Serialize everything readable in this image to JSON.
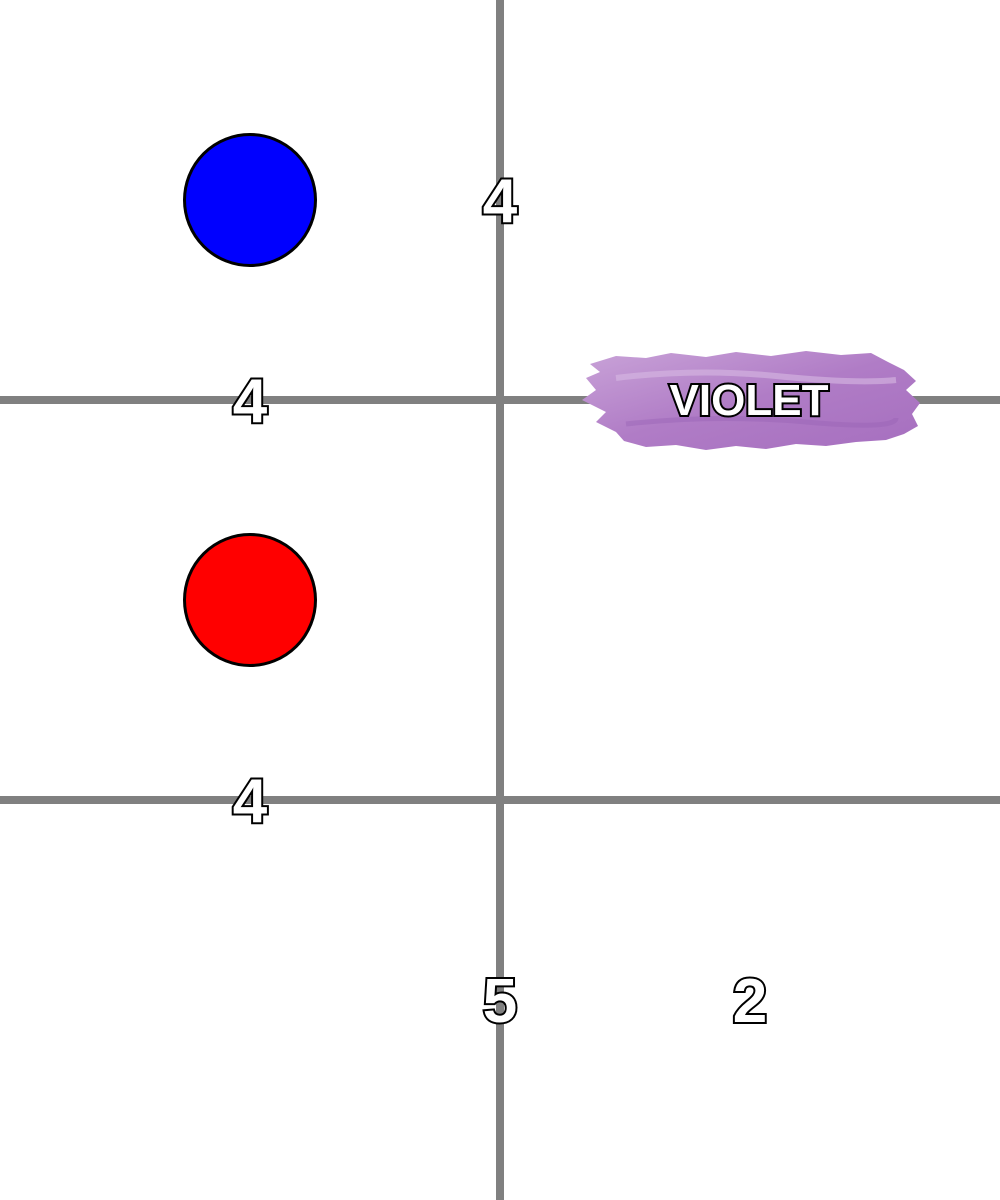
{
  "colors": {
    "grid": "#808080",
    "token_stroke": "#000000",
    "number_fill": "#ffffff",
    "number_stroke": "#000000"
  },
  "tokens": [
    {
      "color_name": "blue",
      "color": "#0000ff"
    },
    {
      "color_name": "red",
      "color": "#ff0000"
    }
  ],
  "numbers": [
    "4",
    "4",
    "4",
    "5",
    "2"
  ],
  "swatch": {
    "label": "VIOLET",
    "color": "#b07cc6"
  }
}
